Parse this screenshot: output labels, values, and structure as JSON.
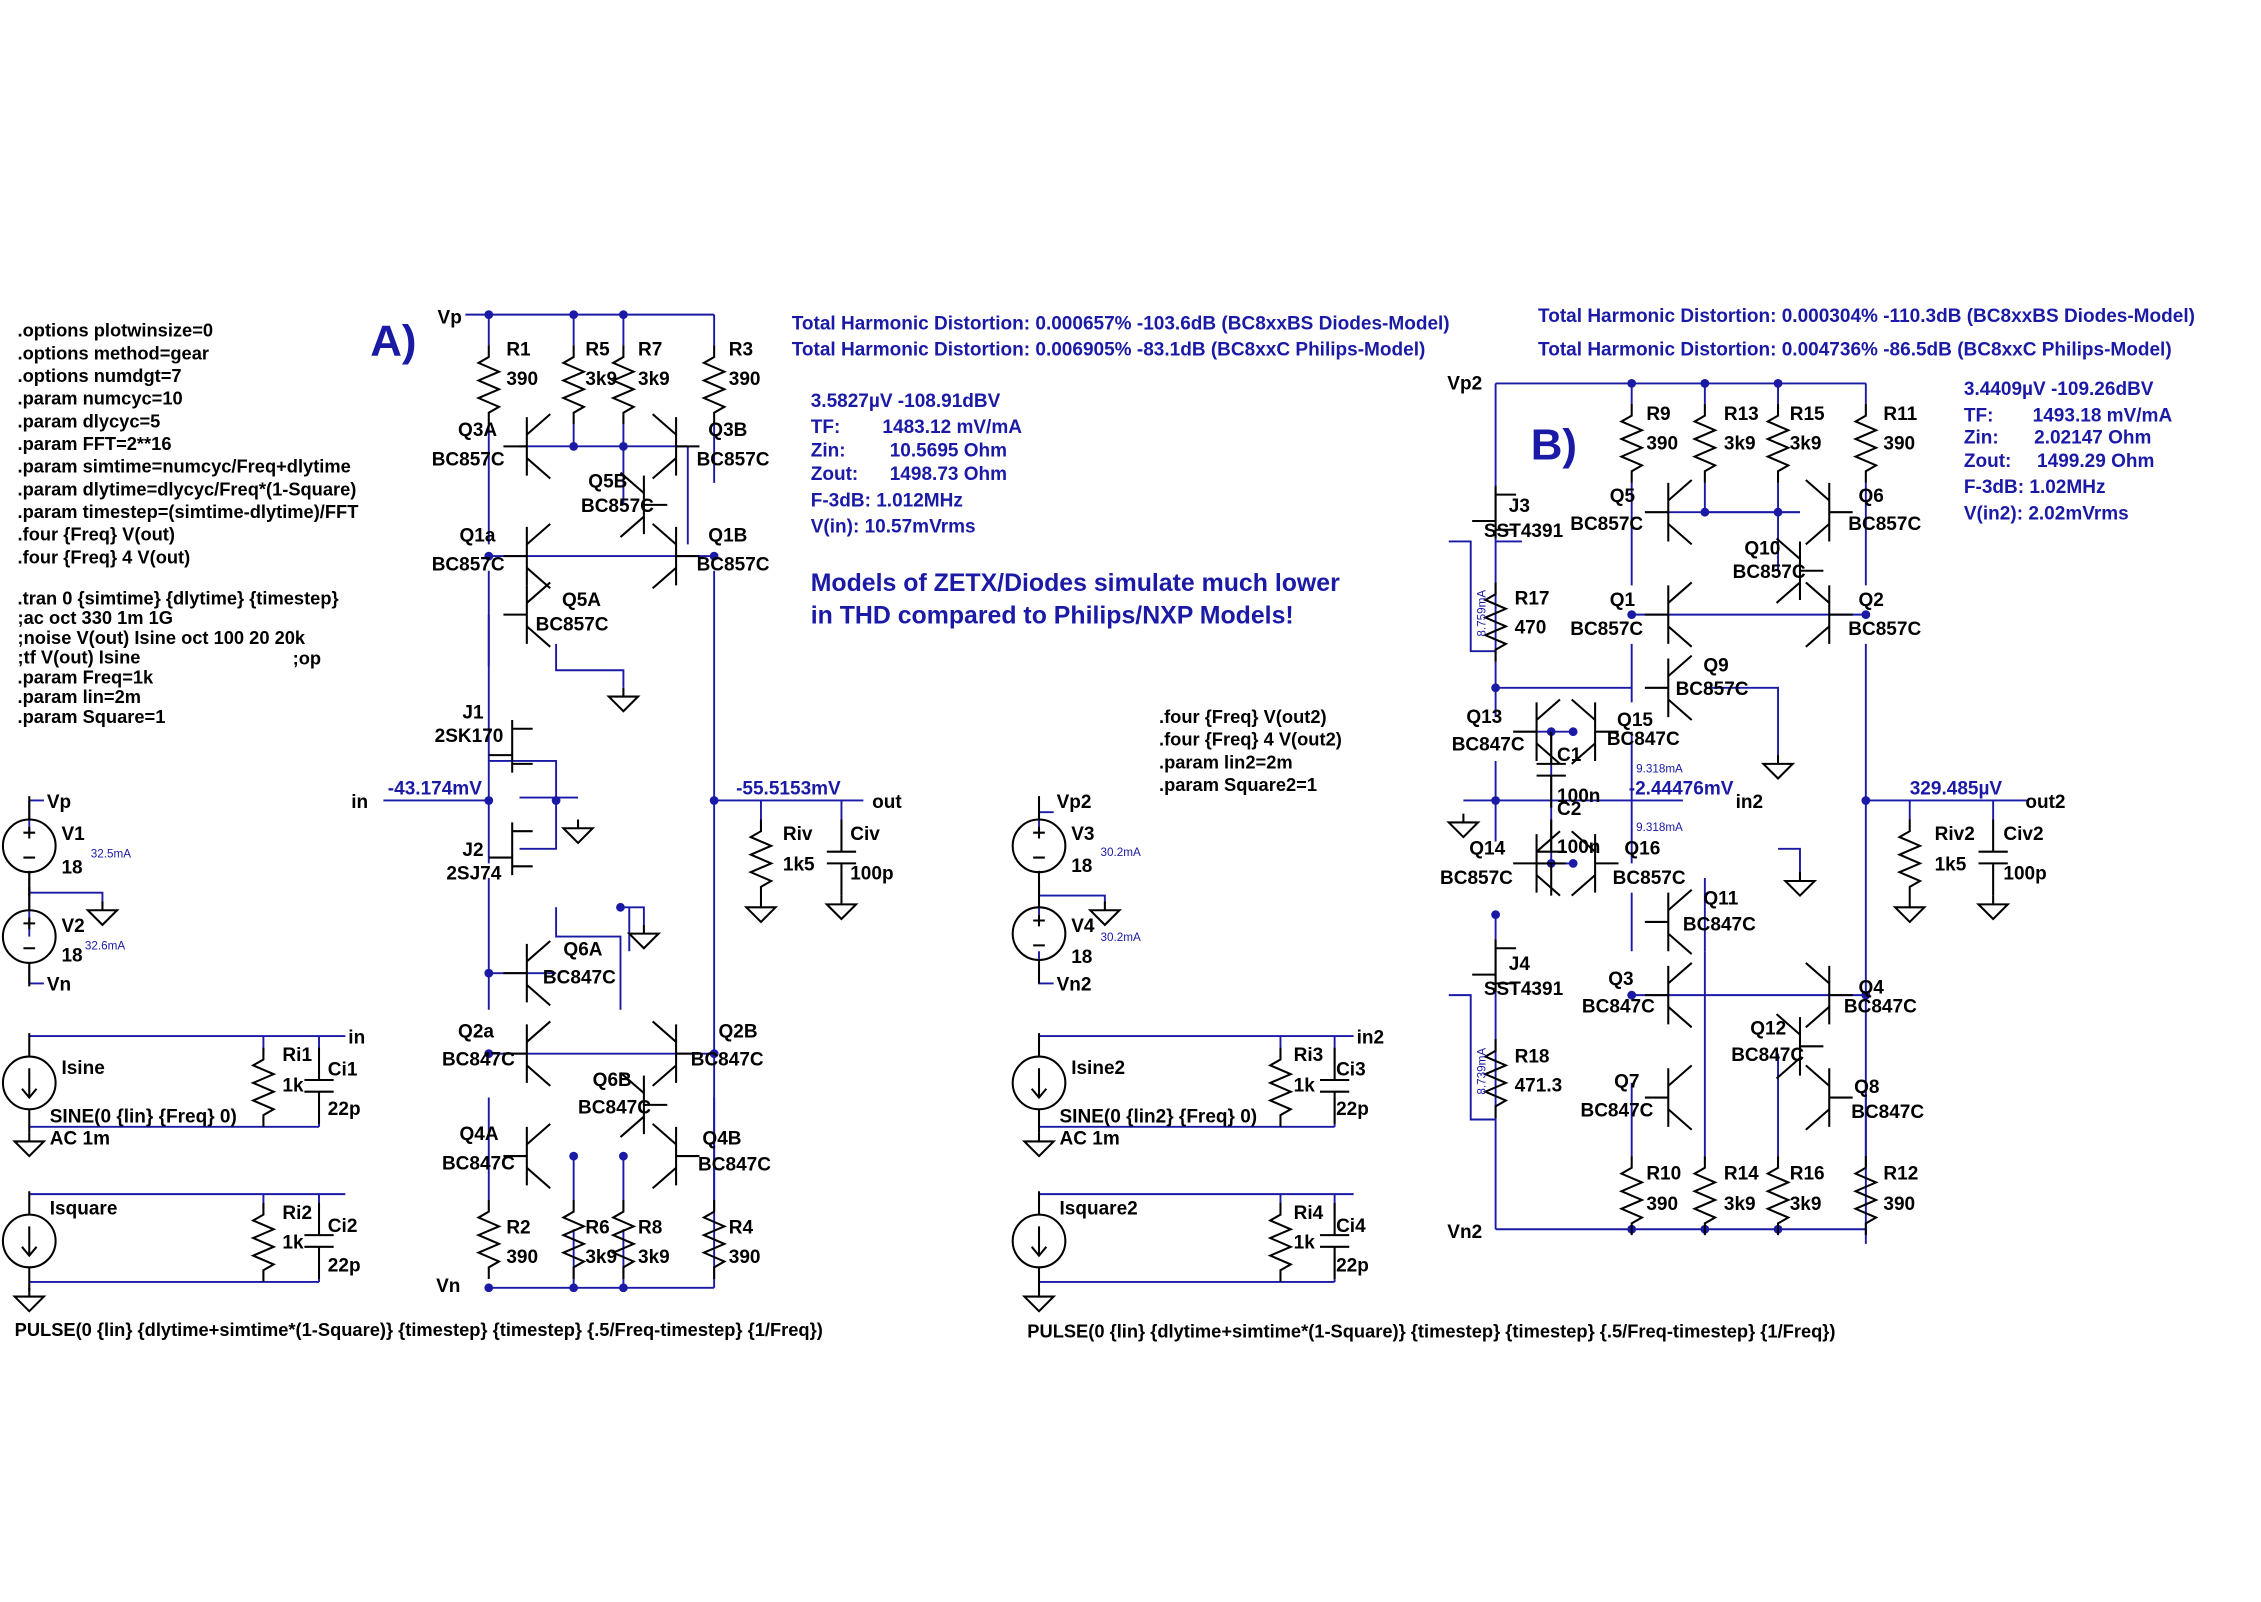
{
  "sectionA": {
    "title": "A)",
    "thd_diodes": "Total Harmonic Distortion: 0.000657%  -103.6dB (BC8xxBS Diodes-Model)",
    "thd_philips": "Total Harmonic Distortion: 0.006905%  -83.1dB  (BC8xxC Philips-Model)",
    "noise": "3.5827µV  -108.91dBV",
    "tf_label": "TF:",
    "tf_value": "1483.12 mV/mA",
    "zin_label": "Zin:",
    "zin_value": "10.5695  Ohm",
    "zout_label": "Zout:",
    "zout_value": "1498.73  Ohm",
    "f3db": "F-3dB: 1.012MHz",
    "vin": "V(in): 10.57mVrms",
    "note_line1": "Models of ZETX/Diodes simulate much lower",
    "note_line2": "in THD compared to Philips/NXP Models!",
    "node_in_voltage": "-43.174mV",
    "node_out_voltage": "-55.5153mV",
    "v1_current": "32.5mA",
    "v2_current": "32.6mA"
  },
  "sectionB": {
    "title": "B)",
    "thd_diodes": "Total Harmonic Distortion: 0.000304%  -110.3dB (BC8xxBS Diodes-Model)",
    "thd_philips": "Total Harmonic Distortion: 0.004736%  -86.5dB (BC8xxC Philips-Model)",
    "noise": "3.4409µV  -109.26dBV",
    "tf_label": "TF:",
    "tf_value": "1493.18 mV/mA",
    "zin_label": "Zin:",
    "zin_value": "2.02147  Ohm",
    "zout_label": "Zout:",
    "zout_value": "1499.29  Ohm",
    "f3db": "F-3dB: 1.02MHz",
    "vin": "V(in2): 2.02mVrms",
    "node_in2_voltage": "-2.44476mV",
    "node_out2_voltage": "329.485µV",
    "v3_current": "30.2mA",
    "v4_current": "30.2mA",
    "r17_current": "8.759mA",
    "r18_current": "8.739mA",
    "c1_current": "9.318mA",
    "c2_current": "9.318mA"
  },
  "directivesA": [
    ".options plotwinsize=0",
    ".options method=gear",
    ".options numdgt=7",
    ".param numcyc=10",
    ".param dlycyc=5",
    ".param FFT=2**16",
    ".param simtime=numcyc/Freq+dlytime",
    ".param dlytime=dlycyc/Freq*(1-Square)",
    ".param timestep=(simtime-dlytime)/FFT",
    ".four {Freq} V(out)",
    ".four {Freq} 4 V(out)"
  ],
  "directivesA2": [
    ".tran 0 {simtime} {dlytime} {timestep}",
    ";ac oct 330 1m 1G",
    ";noise V(out) Isine oct 100 20 20k",
    ";tf V(out) Isine",
    ".param Freq=1k",
    ".param lin=2m",
    ".param Square=1"
  ],
  "op_directive": ";op",
  "directivesB": [
    ".four {Freq} V(out2)",
    ".four {Freq} 4 V(out2)",
    ".param lin2=2m",
    ".param Square2=1"
  ],
  "pulseA": "PULSE(0 {lin} {dlytime+simtime*(1-Square)} {timestep} {timestep} {.5/Freq-timestep} {1/Freq})",
  "pulseB": "PULSE(0 {lin} {dlytime+simtime*(1-Square)} {timestep} {timestep} {.5/Freq-timestep} {1/Freq})",
  "sineA": "SINE(0 {lin} {Freq} 0)",
  "sineB": "SINE(0 {lin2} {Freq} 0)",
  "ac": "AC 1m",
  "nets": {
    "vp": "Vp",
    "vn": "Vn",
    "vp2": "Vp2",
    "vn2": "Vn2",
    "in": "in",
    "out": "out",
    "in2": "in2",
    "out2": "out2"
  },
  "parts": {
    "R1": "R1",
    "R1v": "390",
    "R5": "R5",
    "R5v": "3k9",
    "R7": "R7",
    "R7v": "3k9",
    "R3": "R3",
    "R3v": "390",
    "R2": "R2",
    "R2v": "390",
    "R6": "R6",
    "R6v": "3k9",
    "R8": "R8",
    "R8v": "3k9",
    "R4": "R4",
    "R4v": "390",
    "Q3A": "Q3A",
    "Q3B": "Q3B",
    "Q5B": "Q5B",
    "Q1a": "Q1a",
    "Q1B": "Q1B",
    "Q5A": "Q5A",
    "Q6A": "Q6A",
    "Q2a": "Q2a",
    "Q2B": "Q2B",
    "Q6B": "Q6B",
    "Q4A": "Q4A",
    "Q4B": "Q4B",
    "pnp": "BC857C",
    "npn": "BC847C",
    "J1": "J1",
    "J1m": "2SK170",
    "J2": "J2",
    "J2m": "2SJ74",
    "V1": "V1",
    "V2": "V2",
    "V3": "V3",
    "V4": "V4",
    "V18": "18",
    "Riv": "Riv",
    "Rivv": "1k5",
    "Civ": "Civ",
    "Civv": "100p",
    "Isine": "Isine",
    "Isquare": "Isquare",
    "Isine2": "Isine2",
    "Isquare2": "Isquare2",
    "Ri1": "Ri1",
    "Ri2": "Ri2",
    "Ri3": "Ri3",
    "Ri4": "Ri4",
    "Rik": "1k",
    "Ci1": "Ci1",
    "Ci2": "Ci2",
    "Ci3": "Ci3",
    "Ci4": "Ci4",
    "Cip": "22p",
    "R9": "R9",
    "R9v": "390",
    "R13": "R13",
    "R13v": "3k9",
    "R15": "R15",
    "R15v": "3k9",
    "R11": "R11",
    "R11v": "390",
    "R10": "R10",
    "R10v": "390",
    "R14": "R14",
    "R14v": "3k9",
    "R16": "R16",
    "R16v": "3k9",
    "R12": "R12",
    "R12v": "390",
    "R17": "R17",
    "R17v": "470",
    "R18": "R18",
    "R18v": "471.3",
    "J3": "J3",
    "J4": "J4",
    "Jm": "SST4391",
    "Q1": "Q1",
    "Q2": "Q2",
    "Q3": "Q3",
    "Q4": "Q4",
    "Q5": "Q5",
    "Q6": "Q6",
    "Q7": "Q7",
    "Q8": "Q8",
    "Q9": "Q9",
    "Q10": "Q10",
    "Q11": "Q11",
    "Q12": "Q12",
    "Q13": "Q13",
    "Q14": "Q14",
    "Q15": "Q15",
    "Q16": "Q16",
    "C1": "C1",
    "C2": "C2",
    "C100n": "100n",
    "Riv2": "Riv2",
    "Civ2": "Civ2"
  }
}
